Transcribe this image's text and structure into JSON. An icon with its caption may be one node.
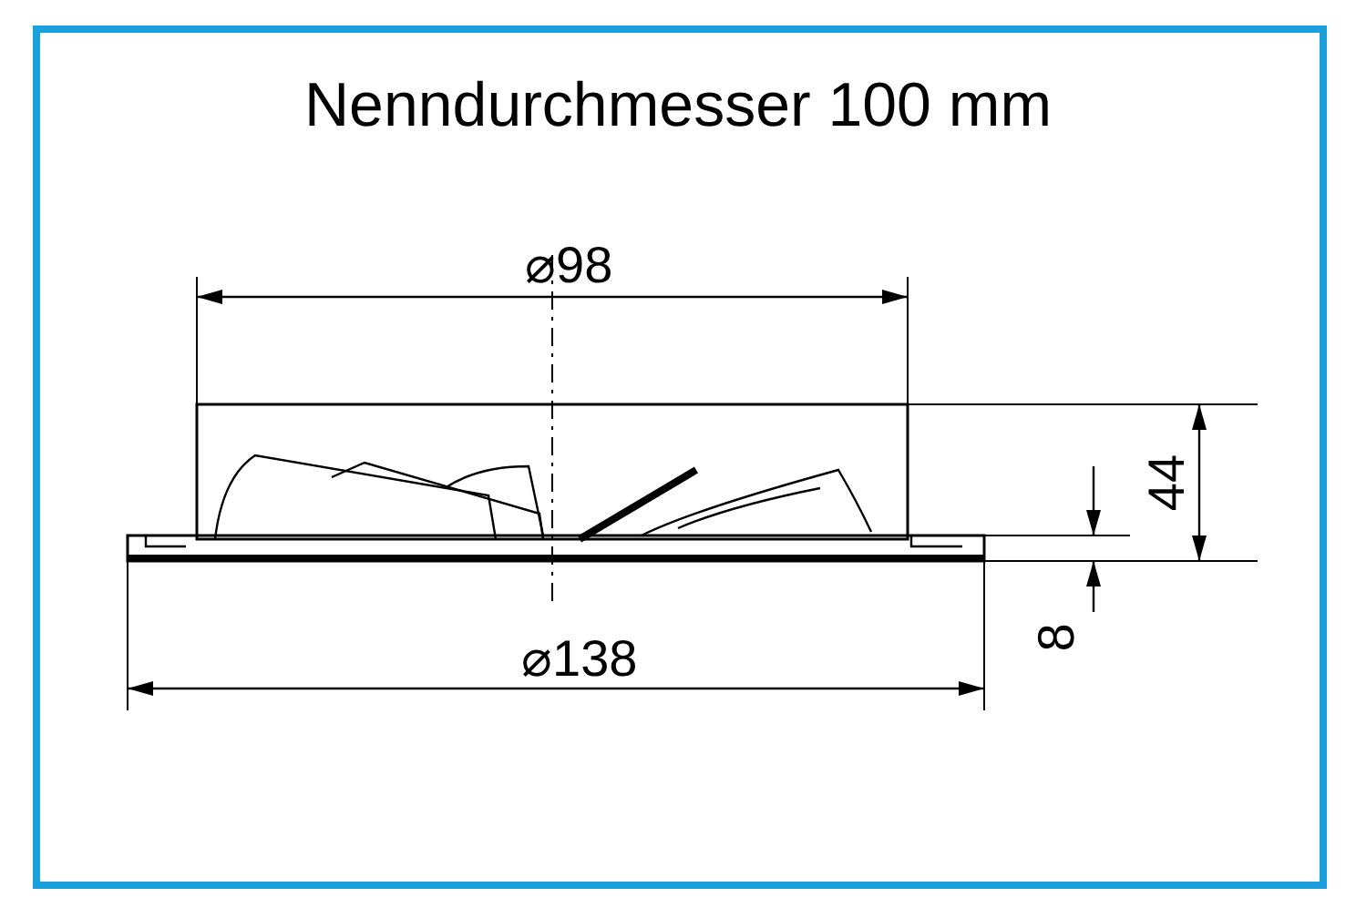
{
  "diagram": {
    "title": "Nenndurchmesser 100 mm",
    "labels": [
      "⌀98",
      "44",
      "8",
      "⌀138"
    ]
  }
}
